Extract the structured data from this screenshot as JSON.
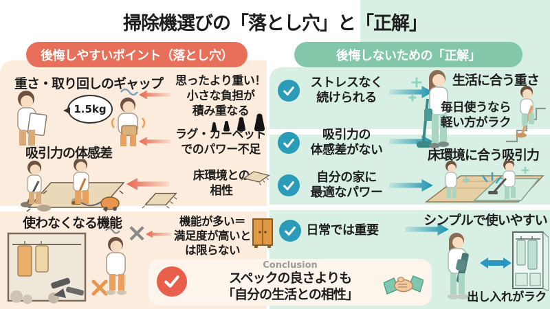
{
  "title": "掃除機選びの「落とし穴」と「正解」",
  "left_panel": {
    "header": "後悔しやすいポイント（落とし穴）",
    "section1": {
      "heading": "重さ・取り回しのギャップ",
      "bubble": "1.5kg",
      "pitfall1": "思ったより重い！\n小さな負担が\n積み重なる",
      "pitfall2": "ラグ・カーペット\nでのパワー不足"
    },
    "section2": {
      "heading": "吸引力の体感差",
      "pitfall": "床環境との\n相性"
    },
    "section3": {
      "heading": "使わなくなる機能",
      "pitfall": "機能が多い＝\n満足度が高いと\nは限らない",
      "cross_mark": "×"
    }
  },
  "right_panel": {
    "header": "後悔しないための「正解」",
    "checks": [
      "ストレスなく\n続けられる",
      "吸引力の\n体感差がない",
      "自分の家に\n最適なパワー",
      "日常では重要"
    ],
    "outcome1_heading": "生活に合う重さ",
    "outcome1_note": "毎日使うなら\n軽い方がラク",
    "outcome2_heading": "床環境に合う吸引力",
    "outcome3_heading": "シンプルで使いやすい",
    "outcome3_note": "出し入れがラク"
  },
  "conclusion": {
    "label": "Conclusion",
    "text": "スペックの良さよりも\n「自分の生活との相性」"
  },
  "colors": {
    "pitfall_accent": "#e8705a",
    "correct_accent": "#83c7a9",
    "check_teal": "#2a9cb8",
    "arrow_coral": "#e8674d",
    "arrow_teal": "#1d93b0",
    "conclusion_check_red": "#e8604c",
    "left_bg": "#fbecdd",
    "right_bg": "#d8efe3",
    "conclusion_bg": "#fdf4ec"
  }
}
